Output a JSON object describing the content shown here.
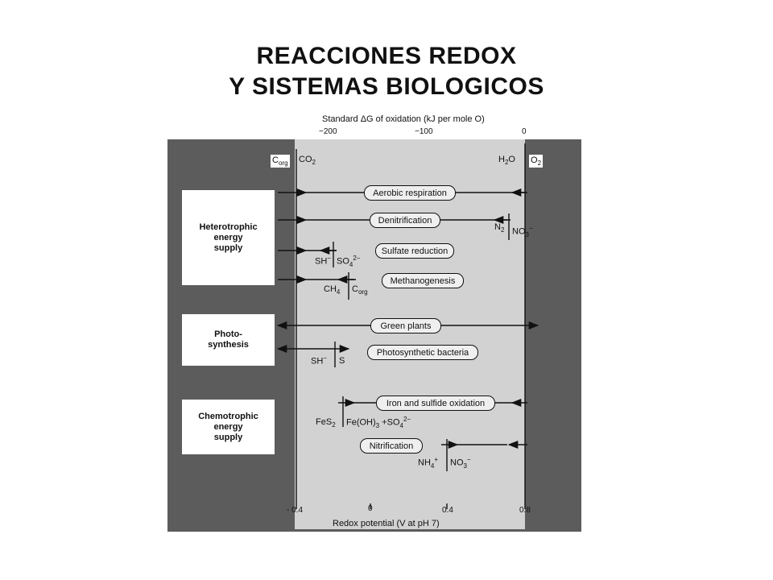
{
  "title": {
    "line1": "REACCIONES REDOX",
    "line2": "Y SISTEMAS BIOLOGICOS"
  },
  "figure": {
    "top_axis": {
      "label": "Standard ΔG of oxidation (kJ per mole O)",
      "ticks": [
        "−200",
        "−100",
        "0"
      ]
    },
    "bottom_axis": {
      "label": "Redox potential (V at pH 7)",
      "ticks": [
        "- 0.4",
        "0",
        "0.4",
        "0.8"
      ]
    },
    "boundary_labels": {
      "left_reduced": "Corg",
      "left_oxidized": "CO2",
      "right_reduced": "H2O",
      "right_oxidized": "O2"
    },
    "categories": [
      {
        "label": "Heterotrophic\nenergy\nsupply"
      },
      {
        "label": "Photo-\nsynthesis"
      },
      {
        "label": "Chemotrophic\nenergy\nsupply"
      }
    ],
    "processes": [
      {
        "name": "Aerobic respiration"
      },
      {
        "name": "Denitrification"
      },
      {
        "name": "Sulfate reduction"
      },
      {
        "name": "Methanogenesis"
      },
      {
        "name": "Green plants"
      },
      {
        "name": "Photosynthetic bacteria"
      },
      {
        "name": "Iron and sulfide oxidation"
      },
      {
        "name": "Nitrification"
      }
    ],
    "couples": {
      "n2": "N2",
      "no3": "NO3−",
      "sh_sulfate": "SH−",
      "so4": "SO42−",
      "ch4": "CH4",
      "corg": "Corg",
      "sh_photo": "SH−",
      "s": "S",
      "fes2": "FeS2",
      "feoh3": "Fe(OH)3 +SO42−",
      "nh4": "NH4+",
      "no3_nit": "NO3−"
    }
  }
}
